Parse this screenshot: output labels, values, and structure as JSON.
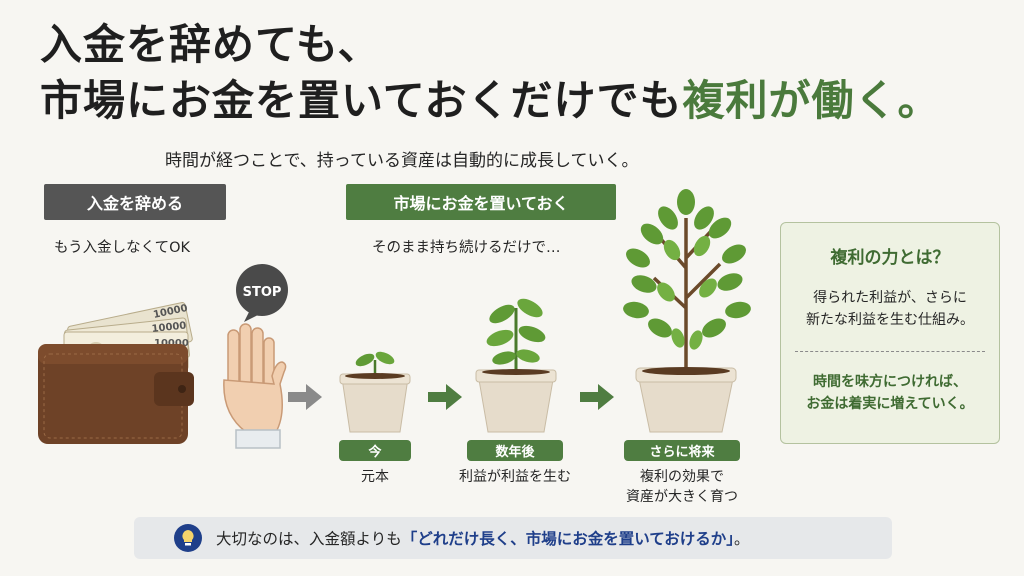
{
  "title": {
    "line1": "入金を辞めても、",
    "line2_main": "市場にお金を置いておくだけでも",
    "line2_emph": "複利が働く。"
  },
  "subtitle": "時間が経つことで、持っている資産は自動的に成長していく。",
  "left": {
    "tag": "入金を辞める",
    "caption": "もう入金しなくてOK",
    "bill_value": "10000",
    "stop_sign": "STOP"
  },
  "middle": {
    "tag": "市場にお金を置いておく",
    "caption": "そのまま持ち続けるだけで…"
  },
  "stages": [
    {
      "label": "今",
      "desc": "元本"
    },
    {
      "label": "数年後",
      "desc": "利益が利益を生む"
    },
    {
      "label": "さらに将来",
      "desc_line1": "複利の効果で",
      "desc_line2": "資産が大きく育つ"
    }
  ],
  "infobox": {
    "title": "複利の力とは？",
    "line1": "得られた利益が、さらに",
    "line2": "新たな利益を生む仕組み。",
    "line3": "時間を味方につければ、",
    "line4": "お金は着実に増えていく。"
  },
  "bottom": {
    "prefix": "大切なのは、入金額よりも",
    "highlight": "「どれだけ長く、市場にお金を置いておけるか」",
    "suffix": "。"
  },
  "colors": {
    "accent_green": "#4f7d41",
    "tag_gray": "#555555",
    "info_bg": "#eef2e3",
    "highlight_blue": "#1f3f8a"
  }
}
